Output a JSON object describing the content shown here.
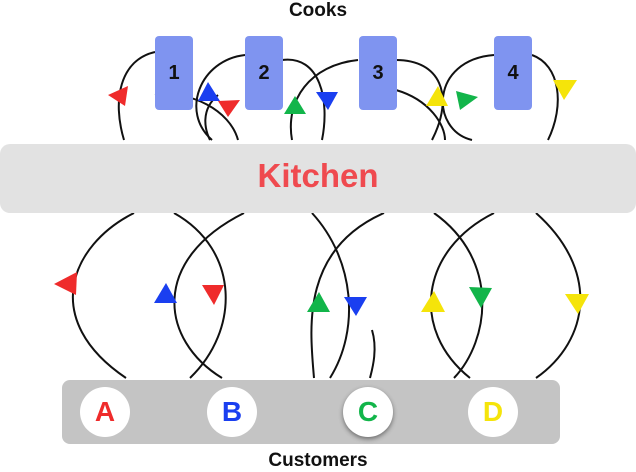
{
  "labels": {
    "cooks": "Cooks",
    "kitchen": "Kitchen",
    "customers": "Customers"
  },
  "cooks": [
    {
      "label": "1"
    },
    {
      "label": "2"
    },
    {
      "label": "3"
    },
    {
      "label": "4"
    }
  ],
  "customers": [
    {
      "label": "A",
      "color": "#ef2b2b"
    },
    {
      "label": "B",
      "color": "#1a3ff0"
    },
    {
      "label": "C",
      "color": "#12b54a"
    },
    {
      "label": "D",
      "color": "#f5e40a"
    }
  ],
  "colors": {
    "kitchen_text": "#ef4a4f",
    "cook_box": "#7f94f0",
    "kitchen_band": "#e2e2e2",
    "customer_band": "#c4c4c4"
  }
}
